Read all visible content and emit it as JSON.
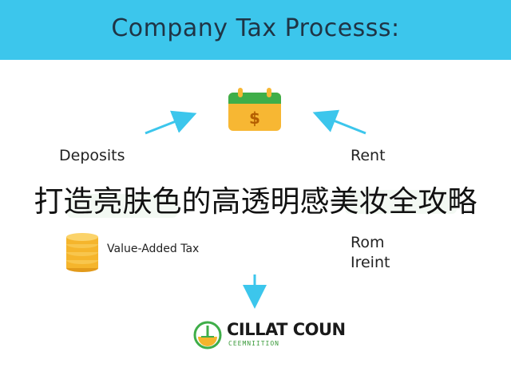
{
  "header": {
    "title": "Company Tax Processs:"
  },
  "nodes": {
    "deposits": "Deposits",
    "rent": "Rent",
    "vat": "Value-Added Tax",
    "rom": "Rom",
    "ireint": "Ireint"
  },
  "calendar": {
    "symbol": "$"
  },
  "overlay": {
    "text": "打造亮肤色的高透明感美妆全攻略"
  },
  "logo": {
    "main": "CILLAT COUN",
    "sub": "CEEMNIITION"
  },
  "colors": {
    "header_bg": "#3cc6ec",
    "arrow": "#3cc6ec",
    "calendar_green": "#3fae49",
    "calendar_gold": "#f7b733",
    "coin_gold": "#f5b52c"
  }
}
